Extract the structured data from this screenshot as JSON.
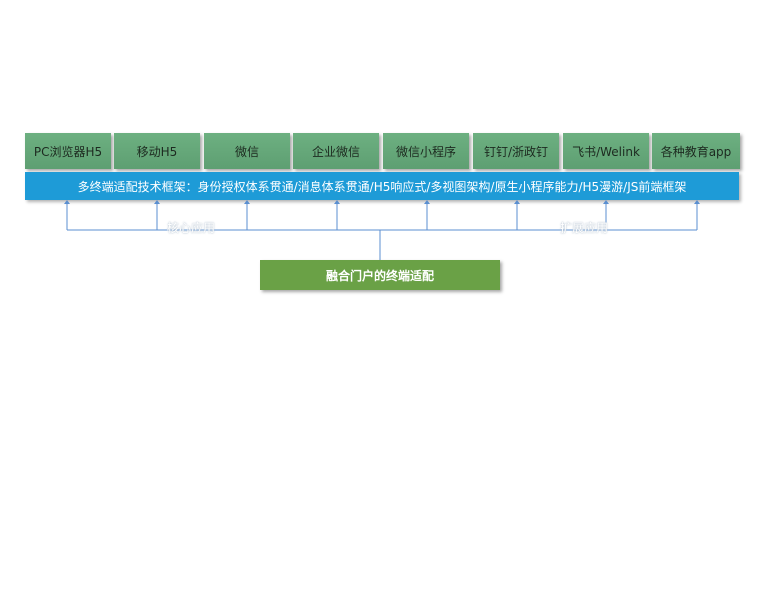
{
  "terminals": [
    "PC浏览器H5",
    "移动H5",
    "微信",
    "企业微信",
    "微信小程序",
    "钉钉/浙政钉",
    "飞书/Welink",
    "各种教育app"
  ],
  "framework": {
    "label": "多终端适配技术框架：身份授权体系贯通/消息体系贯通/H5响应式/多视图架构/原生小程序能力/H5漫游/JS前端框架"
  },
  "groups": {
    "core_label": "核心应用",
    "extension_label": "扩展应用"
  },
  "portal": {
    "label": "融合门户的终端适配"
  },
  "colors": {
    "terminal_fill": "#66a87a",
    "framework_fill": "#1e9bd7",
    "portal_fill": "#6aa146",
    "connector_line": "#5b8fd0"
  }
}
